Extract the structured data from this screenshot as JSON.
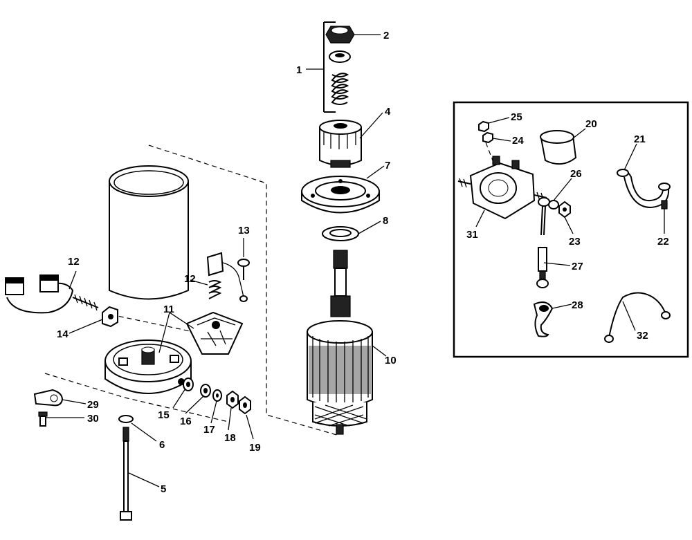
{
  "callouts": [
    "1",
    "2",
    "4",
    "7",
    "8",
    "10",
    "5",
    "6",
    "11",
    "12",
    "13",
    "14",
    "15",
    "16",
    "17",
    "18",
    "19",
    "29",
    "30",
    "20",
    "21",
    "22",
    "23",
    "24",
    "25",
    "26",
    "27",
    "28",
    "31",
    "32"
  ],
  "inset_callouts": [
    "25",
    "24",
    "20",
    "21",
    "26",
    "31",
    "23",
    "22",
    "27",
    "28",
    "32"
  ]
}
